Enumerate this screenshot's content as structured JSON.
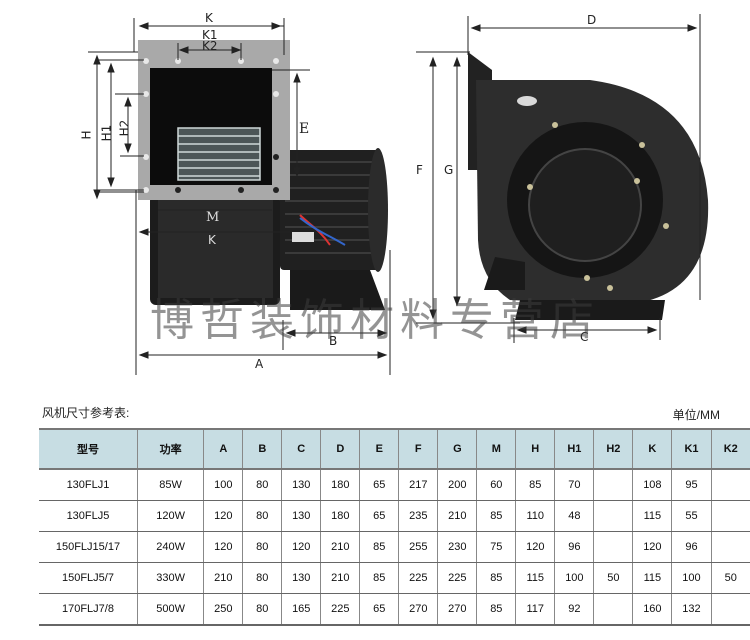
{
  "diagram": {
    "front_view_labels": {
      "K_top": "K",
      "K1": "K1",
      "K2": "K2",
      "H": "H",
      "H1": "H1",
      "H2": "H2",
      "E": "E",
      "M": "M",
      "K_side": "K",
      "B": "B",
      "A": "A"
    },
    "side_view_labels": {
      "D": "D",
      "F": "F",
      "G": "G",
      "C": "C"
    },
    "watermark": "博哲装饰材料专营店"
  },
  "table": {
    "caption": "风机尺寸参考表:",
    "unit": "单位/MM",
    "headers": [
      "型号",
      "功率",
      "A",
      "B",
      "C",
      "D",
      "E",
      "F",
      "G",
      "M",
      "H",
      "H1",
      "H2",
      "K",
      "K1",
      "K2"
    ],
    "rows": [
      [
        "130FLJ1",
        "85W",
        "100",
        "80",
        "130",
        "180",
        "65",
        "217",
        "200",
        "60",
        "85",
        "70",
        "",
        "108",
        "95",
        ""
      ],
      [
        "130FLJ5",
        "120W",
        "120",
        "80",
        "130",
        "180",
        "65",
        "235",
        "210",
        "85",
        "110",
        "48",
        "",
        "115",
        "55",
        ""
      ],
      [
        "150FLJ15/17",
        "240W",
        "120",
        "80",
        "120",
        "210",
        "85",
        "255",
        "230",
        "75",
        "120",
        "96",
        "",
        "120",
        "96",
        ""
      ],
      [
        "150FLJ5/7",
        "330W",
        "210",
        "80",
        "130",
        "210",
        "85",
        "225",
        "225",
        "85",
        "115",
        "100",
        "50",
        "115",
        "100",
        "50"
      ],
      [
        "170FLJ7/8",
        "500W",
        "250",
        "80",
        "165",
        "225",
        "65",
        "270",
        "270",
        "85",
        "117",
        "92",
        "",
        "160",
        "132",
        ""
      ]
    ]
  }
}
